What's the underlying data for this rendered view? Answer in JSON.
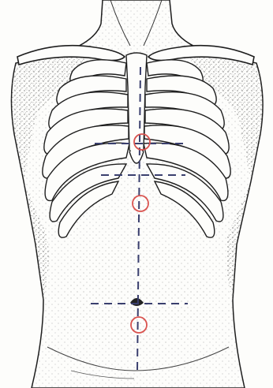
{
  "illustration": {
    "subject": "anterior-torso-anatomy-sketch",
    "colors": {
      "background": "#fdfdfb",
      "ink": "#1e1e1e",
      "stipple": "#6b6b6b",
      "guide_lines": "#3a3f6e",
      "markers": "#d9534f"
    },
    "markers": [
      {
        "name": "marker-xiphoid"
      },
      {
        "name": "marker-epigastric"
      },
      {
        "name": "marker-hypogastric"
      }
    ]
  }
}
